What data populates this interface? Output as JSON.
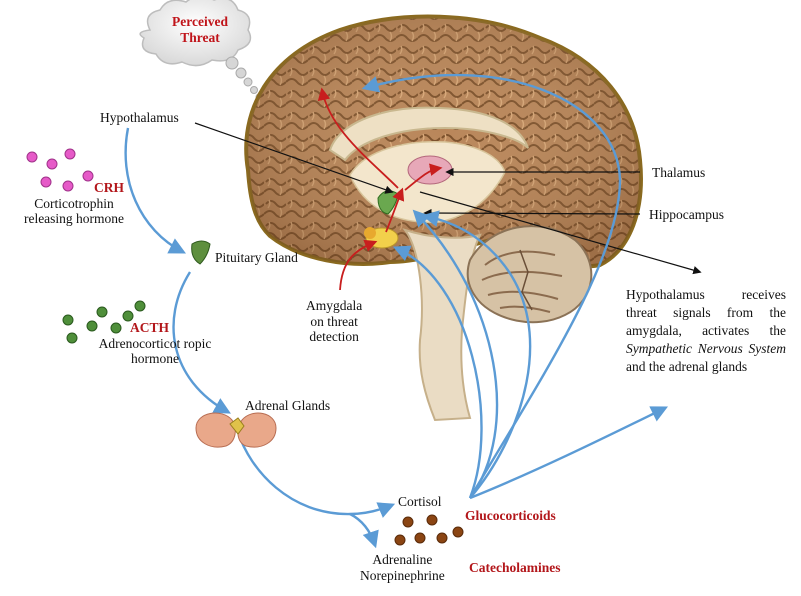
{
  "cloud": {
    "line1": "Perceived",
    "line2": "Threat"
  },
  "labels": {
    "hypothalamus": "Hypothalamus",
    "thalamus": "Thalamus",
    "hippocampus": "Hippocampus",
    "pituitary": "Pituitary Gland",
    "amygdala_1": "Amygdala",
    "amygdala_2": "on threat",
    "amygdala_3": "detection",
    "adrenal": "Adrenal Glands",
    "cortisol": "Cortisol",
    "adrenaline": "Adrenaline",
    "norepinephrine": "Norepinephrine"
  },
  "hormones": {
    "crh": {
      "abbr": "CRH",
      "line1": "Corticotrophin",
      "line2": "releasing hormone"
    },
    "acth": {
      "abbr": "ACTH",
      "line1": "Adrenocorticot ropic",
      "line2": "hormone"
    },
    "glucocorticoids": "Glucocorticoids",
    "catecholamines": "Catecholamines"
  },
  "description": {
    "part1": "Hypothalamus receives threat signals from the amygdala, activates the ",
    "italic": "Sympathetic Nervous System",
    "part2": " and the adrenal glands"
  },
  "colors": {
    "accent_red": "#b3171b",
    "arrow_blue": "#5b9bd5",
    "crh_dots": "#e65ac8",
    "acth_dots": "#4f8f3a",
    "hormone_dots": "#8b4513"
  }
}
